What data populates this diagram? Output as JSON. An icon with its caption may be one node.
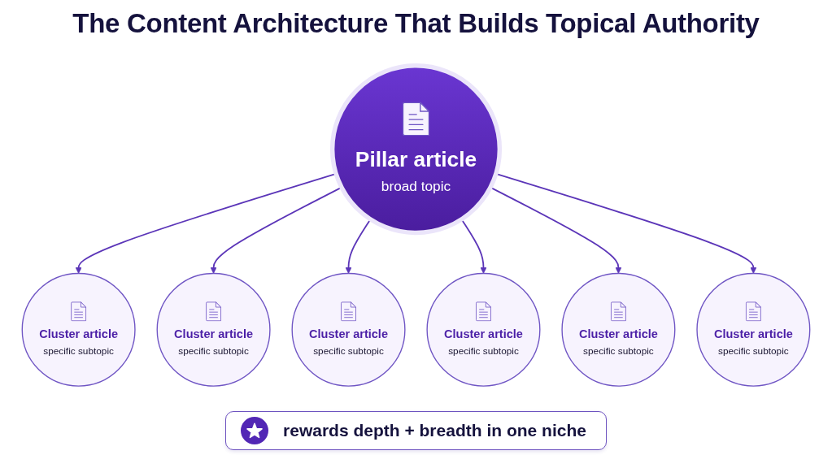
{
  "diagram": {
    "title": "The Content Architecture That Builds Topical Authority",
    "nodes": [
      {
        "text": [
          "Pillar article",
          "broad topic"
        ]
      },
      {
        "text": [
          "Cluster article",
          "specific subtopic"
        ]
      },
      {
        "text": [
          "Cluster article",
          "specific subtopic"
        ]
      },
      {
        "text": [
          "Cluster article",
          "specific subtopic"
        ]
      },
      {
        "text": [
          "Cluster article",
          "specific subtopic"
        ]
      },
      {
        "text": [
          "Cluster article",
          "specific subtopic"
        ]
      },
      {
        "text": [
          "Cluster article",
          "specific subtopic"
        ]
      }
    ],
    "edges": [
      {
        "from": 0,
        "to": 1,
        "arrow": "to"
      },
      {
        "from": 0,
        "to": 2,
        "arrow": "to"
      },
      {
        "from": 0,
        "to": 3,
        "arrow": "to"
      },
      {
        "from": 0,
        "to": 4,
        "arrow": "to"
      },
      {
        "from": 0,
        "to": 5,
        "arrow": "to"
      },
      {
        "from": 0,
        "to": 6,
        "arrow": "to"
      }
    ],
    "labels": [
      "rewards depth + breadth in one niche"
    ]
  }
}
